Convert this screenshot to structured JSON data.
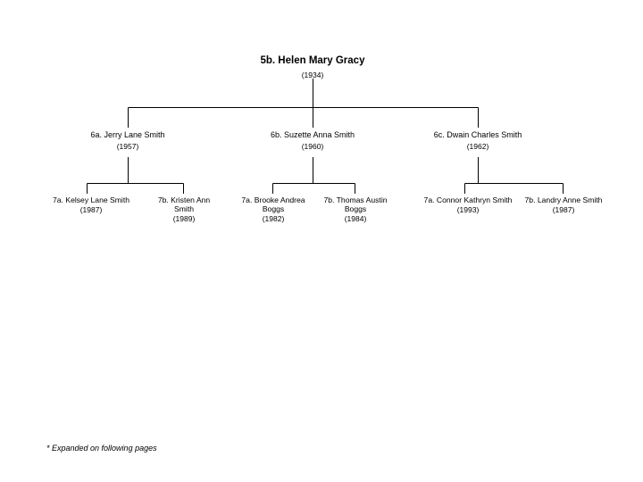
{
  "diagram": {
    "type": "family-tree",
    "title": "5b. Helen Mary Gracy",
    "line_color": "#000000",
    "background_color": "#ffffff",
    "text_color": "#000000",
    "root": {
      "id": "5b",
      "label": "5b. Helen Mary Gracy",
      "name": "5b. Helen Mary Gracy",
      "year": "(1934)",
      "generation": 5
    },
    "generation6": [
      {
        "id": "6a",
        "name": "6a. Jerry Lane Smith",
        "year": "(1957)",
        "generation": 6
      },
      {
        "id": "6b",
        "name": "6b. Suzette Anna Smith",
        "year": "(1960)",
        "generation": 6
      },
      {
        "id": "6c",
        "name": "6c. Dwain Charles Smith",
        "year": "(1962)",
        "generation": 6
      }
    ],
    "generation7": [
      {
        "id": "7a1",
        "name": "7a. Kelsey Lane Smith",
        "year": "(1987)",
        "parent": "6a",
        "generation": 7
      },
      {
        "id": "7b1",
        "name": "7b. Kristen Ann Smith",
        "year": "(1989)",
        "parent": "6a",
        "generation": 7
      },
      {
        "id": "7a2",
        "name": "7a. Brooke Andrea Boggs",
        "year": "(1982)",
        "parent": "6b",
        "generation": 7
      },
      {
        "id": "7b2",
        "name": "7b. Thomas Austin Boggs",
        "year": "(1984)",
        "parent": "6b",
        "generation": 7
      },
      {
        "id": "7a3",
        "name": "7a. Connor Kathryn Smith",
        "year": "(1993)",
        "parent": "6c",
        "generation": 7
      },
      {
        "id": "7b3",
        "name": "7b. Landry Anne Smith",
        "year": "(1987)",
        "parent": "6c",
        "generation": 7
      }
    ],
    "footnote": "* Expanded on following pages"
  }
}
